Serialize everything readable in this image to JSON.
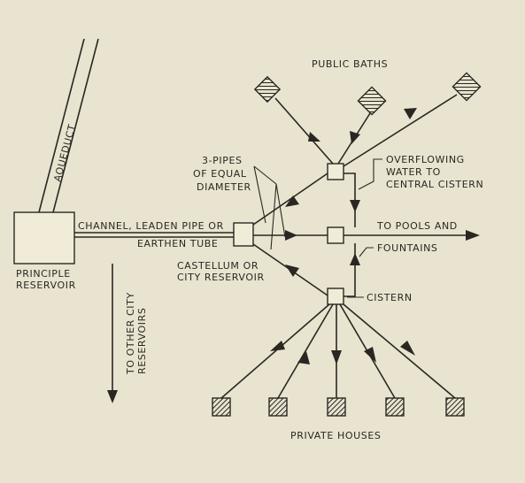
{
  "labels": {
    "aqueduct": "AQUEDUCT",
    "reservoir_line1": "PRINCIPLE",
    "reservoir_line2": "RESERVOIR",
    "channel_line1": "CHANNEL, LEADEN PIPE OR",
    "channel_line2": "EARTHEN TUBE",
    "other_line1": "TO OTHER CITY",
    "other_line2": "RESERVOIRS",
    "pipes_line1": "3-PIPES",
    "pipes_line2": "OF EQUAL",
    "pipes_line3": "DIAMETER",
    "castellum_line1": "CASTELLUM OR",
    "castellum_line2": "CITY RESERVOIR",
    "public_baths": "PUBLIC BATHS",
    "overflow_line1": "OVERFLOWING",
    "overflow_line2": "WATER TO",
    "overflow_line3": "CENTRAL CISTERN",
    "pools_line1": "TO POOLS AND",
    "pools_line2": "FOUNTAINS",
    "cistern": "CISTERN",
    "private_houses": "PRIVATE HOUSES"
  },
  "colors": {
    "paper": "#e9e4cf",
    "ink": "#2a2723"
  }
}
